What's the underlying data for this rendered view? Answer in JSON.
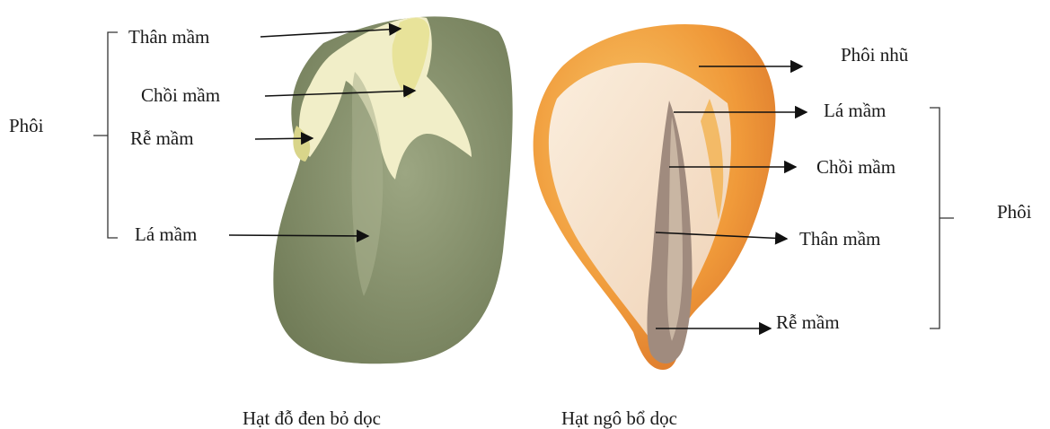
{
  "bean": {
    "labels": {
      "than_mam": "Thân mầm",
      "choi_mam": "Chồi mầm",
      "re_mam": "Rễ mầm",
      "la_mam": "Lá mầm"
    },
    "group_label": "Phôi",
    "caption": "Hạt đỗ đen bỏ dọc"
  },
  "corn": {
    "labels": {
      "phoi_nhu": "Phôi nhũ",
      "la_mam": "Lá mầm",
      "choi_mam": "Chồi mầm",
      "than_mam": "Thân mầm",
      "re_mam": "Rễ mầm"
    },
    "group_label": "Phôi",
    "caption": "Hạt ngô bổ dọc"
  },
  "colors": {
    "bean_coat": "#8d9873",
    "bean_embryo": "#f2efd0",
    "corn_endosperm": "#f0a040",
    "corn_embryo": "#f6e2c8",
    "corn_axis": "#9c8b80"
  }
}
